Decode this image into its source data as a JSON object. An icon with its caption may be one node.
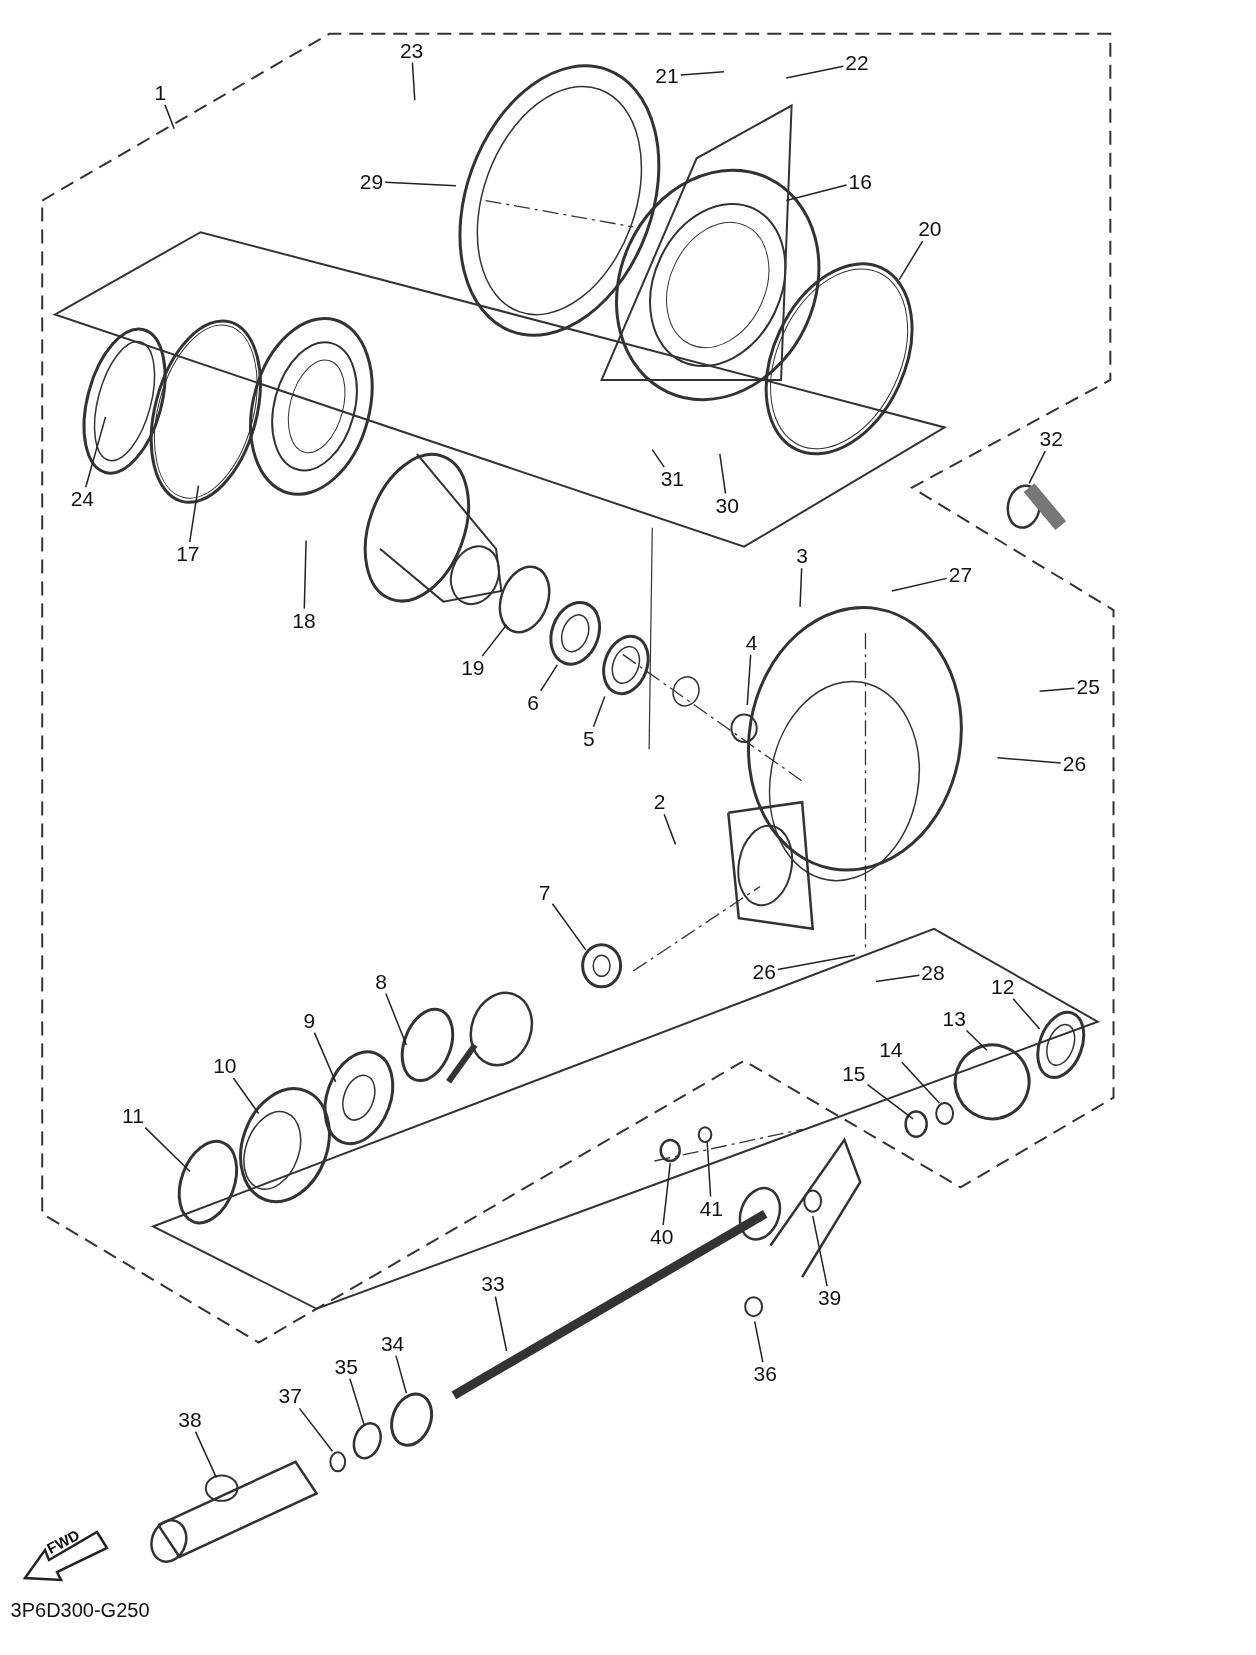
{
  "diagram": {
    "nodes": [
      {
        "text": [
          "1"
        ]
      },
      {
        "text": [
          "23"
        ]
      },
      {
        "text": [
          "21"
        ]
      },
      {
        "text": [
          "22"
        ]
      },
      {
        "text": [
          "29"
        ]
      },
      {
        "text": [
          "16"
        ]
      },
      {
        "text": [
          "20"
        ]
      },
      {
        "text": [
          "24"
        ]
      },
      {
        "text": [
          "17"
        ]
      },
      {
        "text": [
          "18"
        ]
      },
      {
        "text": [
          "32"
        ]
      },
      {
        "text": [
          "31"
        ]
      },
      {
        "text": [
          "30"
        ]
      },
      {
        "text": [
          "3"
        ]
      },
      {
        "text": [
          "27"
        ]
      },
      {
        "text": [
          "19"
        ]
      },
      {
        "text": [
          "6"
        ]
      },
      {
        "text": [
          "5"
        ]
      },
      {
        "text": [
          "4"
        ]
      },
      {
        "text": [
          "25"
        ]
      },
      {
        "text": [
          "26"
        ]
      },
      {
        "text": [
          "2"
        ]
      },
      {
        "text": [
          "7"
        ]
      },
      {
        "text": [
          "26"
        ]
      },
      {
        "text": [
          "28"
        ]
      },
      {
        "text": [
          "8"
        ]
      },
      {
        "text": [
          "12"
        ]
      },
      {
        "text": [
          "13"
        ]
      },
      {
        "text": [
          "9"
        ]
      },
      {
        "text": [
          "10"
        ]
      },
      {
        "text": [
          "14"
        ]
      },
      {
        "text": [
          "15"
        ]
      },
      {
        "text": [
          "11"
        ]
      },
      {
        "text": [
          "40"
        ]
      },
      {
        "text": [
          "41"
        ]
      },
      {
        "text": [
          "39"
        ]
      },
      {
        "text": [
          "33"
        ]
      },
      {
        "text": [
          "36"
        ]
      },
      {
        "text": [
          "34"
        ]
      },
      {
        "text": [
          "35"
        ]
      },
      {
        "text": [
          "37"
        ]
      },
      {
        "text": [
          "38"
        ]
      }
    ],
    "edges": [
      {
        "from": 0,
        "to": null,
        "arrow": "none"
      },
      {
        "from": 1,
        "to": null,
        "arrow": "none"
      },
      {
        "from": 2,
        "to": null,
        "arrow": "none"
      },
      {
        "from": 3,
        "to": null,
        "arrow": "none"
      },
      {
        "from": 4,
        "to": null,
        "arrow": "none"
      },
      {
        "from": 5,
        "to": null,
        "arrow": "none"
      },
      {
        "from": 6,
        "to": null,
        "arrow": "none"
      },
      {
        "from": 7,
        "to": null,
        "arrow": "none"
      },
      {
        "from": 8,
        "to": null,
        "arrow": "none"
      },
      {
        "from": 9,
        "to": null,
        "arrow": "none"
      },
      {
        "from": 10,
        "to": null,
        "arrow": "none"
      },
      {
        "from": 11,
        "to": null,
        "arrow": "none"
      },
      {
        "from": 12,
        "to": null,
        "arrow": "none"
      },
      {
        "from": 13,
        "to": null,
        "arrow": "none"
      },
      {
        "from": 14,
        "to": null,
        "arrow": "none"
      },
      {
        "from": 15,
        "to": null,
        "arrow": "none"
      },
      {
        "from": 16,
        "to": null,
        "arrow": "none"
      },
      {
        "from": 17,
        "to": null,
        "arrow": "none"
      },
      {
        "from": 18,
        "to": null,
        "arrow": "none"
      },
      {
        "from": 19,
        "to": null,
        "arrow": "none"
      },
      {
        "from": 20,
        "to": null,
        "arrow": "none"
      },
      {
        "from": 21,
        "to": null,
        "arrow": "none"
      },
      {
        "from": 22,
        "to": null,
        "arrow": "none"
      },
      {
        "from": 23,
        "to": null,
        "arrow": "none"
      },
      {
        "from": 24,
        "to": null,
        "arrow": "none"
      },
      {
        "from": 25,
        "to": null,
        "arrow": "none"
      },
      {
        "from": 26,
        "to": null,
        "arrow": "none"
      },
      {
        "from": 27,
        "to": null,
        "arrow": "none"
      },
      {
        "from": 28,
        "to": null,
        "arrow": "none"
      },
      {
        "from": 29,
        "to": null,
        "arrow": "none"
      },
      {
        "from": 30,
        "to": null,
        "arrow": "none"
      },
      {
        "from": 31,
        "to": null,
        "arrow": "none"
      },
      {
        "from": 32,
        "to": null,
        "arrow": "none"
      },
      {
        "from": 33,
        "to": null,
        "arrow": "none"
      },
      {
        "from": 34,
        "to": null,
        "arrow": "none"
      },
      {
        "from": 35,
        "to": null,
        "arrow": "none"
      },
      {
        "from": 36,
        "to": null,
        "arrow": "none"
      },
      {
        "from": 37,
        "to": null,
        "arrow": "none"
      },
      {
        "from": 38,
        "to": null,
        "arrow": "none"
      },
      {
        "from": 39,
        "to": null,
        "arrow": "none"
      },
      {
        "from": 40,
        "to": null,
        "arrow": "none"
      },
      {
        "from": 41,
        "to": null,
        "arrow": "none"
      }
    ],
    "labels": [
      "FWD",
      "3P6D300-G250"
    ]
  }
}
